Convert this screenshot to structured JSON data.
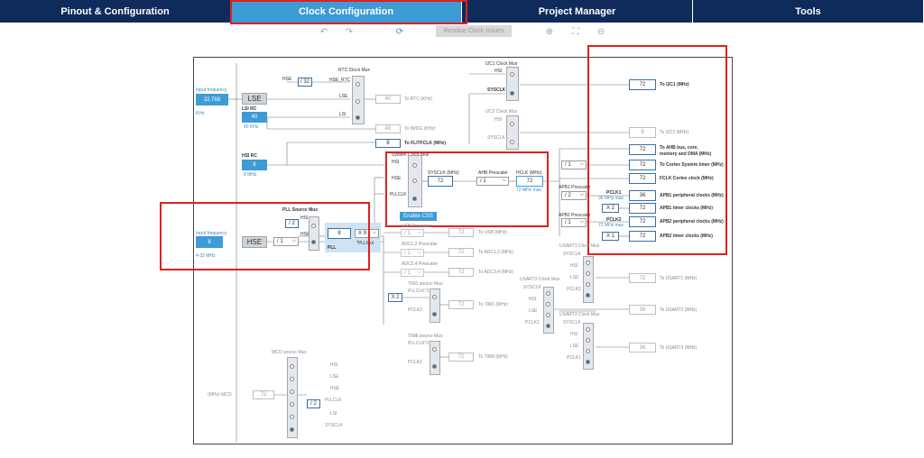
{
  "tabs": [
    {
      "label": "Pinout & Configuration"
    },
    {
      "label": "Clock Configuration"
    },
    {
      "label": "Project Manager"
    },
    {
      "label": "Tools"
    }
  ],
  "toolbar": {
    "undo_icon": "↶",
    "redo_icon": "↷",
    "reset_icon": "⟳",
    "resolve_label": "Resolve Clock Issues",
    "zoom_in_icon": "⊕",
    "fit_icon": "⛶",
    "zoom_out_icon": "⊖"
  },
  "lse": {
    "label": "LSE",
    "input_label": "Input frequency",
    "value": "32.768",
    "unit": "KHz"
  },
  "lsi": {
    "label": "LSI RC",
    "value": "40",
    "unit": "40 KHz"
  },
  "hsi": {
    "label": "HSI RC",
    "value": "8",
    "unit": "8 MHz"
  },
  "hse": {
    "label": "HSE",
    "input_label": "Input frequency",
    "value": "8",
    "range": "4-32 MHz"
  },
  "rtc": {
    "mux_label": "RTC Clock Mux",
    "hse_div": "/ 32",
    "hse_rtc": "HSE_RTC",
    "lse": "LSE",
    "lsi": "LSI",
    "out": "40",
    "to": "To RTC (KHz)"
  },
  "iwdg": {
    "out": "40",
    "to": "To IWDG (KHz)"
  },
  "flit": {
    "out": "8",
    "to": "To FLITFCLK (MHz)"
  },
  "i2c1": {
    "mux_label": "I2C1 Clock Mux",
    "hsi": "HSI",
    "sysclk": "SYSCLK",
    "out": "72",
    "to": "To I2C1 (MHz)"
  },
  "i2c2": {
    "mux_label": "I2C2 Clock Mux",
    "hsi": "HSI",
    "sysclk": "SYSCLK",
    "out": "8",
    "to": "To I2C2 (MHz)"
  },
  "sysmux": {
    "label": "System Clock Mux",
    "hsi": "HSI",
    "hse": "HSE",
    "pllclk": "PLLCLK",
    "enable_css": "Enable CSS"
  },
  "sysclk": {
    "label": "SYSCLK (MHz)",
    "value": "72"
  },
  "ahb": {
    "label": "AHB Prescaler",
    "value": "/ 1"
  },
  "hclk": {
    "label": "HCLK (MHz)",
    "value": "72",
    "max": "72 MHz max"
  },
  "outputs": [
    {
      "value": "72",
      "label": "To AHB bus, core,"
    },
    {
      "value": "72",
      "label": "To Cortex System timer (MHz)"
    },
    {
      "value": "72",
      "label": "FCLK Cortex clock (MHz)"
    },
    {
      "value": "36",
      "label": "APB1 peripheral clocks (MHz)"
    },
    {
      "value": "72",
      "label": "APB1 timer clocks (MHz)"
    },
    {
      "value": "72",
      "label": "APB2 peripheral clocks (MHz)"
    },
    {
      "value": "72",
      "label": "APB2 timer clocks (MHz)"
    }
  ],
  "ahb_sub": "memory and DMA (MHz)",
  "cortex_div": "/ 1",
  "apb1": {
    "label": "APB1 Prescaler",
    "value": "/ 2",
    "pclk": "PCLK1",
    "max": "36 MHz max",
    "mult": "X 2"
  },
  "apb2": {
    "label": "APB2 Prescaler",
    "value": "/ 1",
    "pclk": "PCLK2",
    "max": "72 MHz max",
    "mult": "X 1"
  },
  "pllsrc": {
    "label": "PLL Source Mux",
    "hsi_div": "/ 2",
    "hsi": "HSI",
    "hse": "HSE",
    "hse_div": "/ 1",
    "pll_label": "PLL",
    "pll_in": "8",
    "pllmul": "X 9",
    "pllmul_label": "*PLLMul"
  },
  "usb": {
    "label": "USB Prescaler",
    "value": "/ 1",
    "out": "72",
    "to": "To USB (MHz)"
  },
  "adc12": {
    "label": "ADC1,2 Prescaler",
    "value": "/ 1",
    "out": "72",
    "to": "To ADC1,2 (MHz)"
  },
  "adc34": {
    "label": "ADC3,4 Prescaler",
    "value": "/ 1",
    "out": "72",
    "to": "To ADC3,4 (MHz)"
  },
  "tim1": {
    "label": "TIM1 source Mux",
    "pllclk": "PLLCLK*2",
    "pclk": "PCLK2",
    "x2": "X 2",
    "out": "72",
    "to": "To TIM1 (MHz)"
  },
  "tim8": {
    "label": "TIM8 source Mux",
    "pllclk": "PLLCLK*2",
    "pclk": "PCLK2",
    "out": "72",
    "to": "To TIM8 (MHz)"
  },
  "usart1": {
    "label": "USART1 Clock Mux",
    "in": [
      "SYSCLK",
      "HSI",
      "LSE",
      "PCLK2"
    ],
    "out": "72",
    "to": "To USART1 (MHz)"
  },
  "usart2": {
    "label": "USART2 Clock Mux",
    "in": [
      "SYSCLK",
      "HSI",
      "LSE",
      "PCLK1"
    ],
    "out": "36",
    "to": "To USART2 (MHz)"
  },
  "usart3": {
    "label": "USART3 Clock Mux",
    "in": [
      "SYSCLK",
      "HSI",
      "LSE",
      "PCLK1"
    ],
    "out": "36",
    "to": "To USART3 (MHz)"
  },
  "mco": {
    "label": "MCO source Mux",
    "in": [
      "HSI",
      "LSE",
      "HSE",
      "PLLCLK",
      "LSI",
      "SYSCLK"
    ],
    "div": "/ 2",
    "out": "72",
    "to": "(MHz) MCO"
  },
  "colors": {
    "nav": "#0f2b5b",
    "active": "#3d9bd6",
    "highlight": "#e02020"
  }
}
